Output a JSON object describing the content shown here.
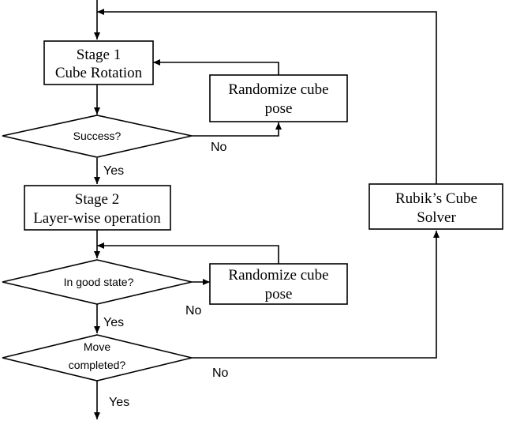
{
  "stage1": {
    "line1": "Stage 1",
    "line2": "Cube Rotation"
  },
  "randomize1": {
    "line1": "Randomize cube",
    "line2": "pose"
  },
  "success": {
    "label": "Success?",
    "no": "No",
    "yes": "Yes"
  },
  "stage2": {
    "line1": "Stage 2",
    "line2": "Layer-wise operation"
  },
  "randomize2": {
    "line1": "Randomize cube",
    "line2": "pose"
  },
  "good_state": {
    "label": "In good state?",
    "no": "No",
    "yes": "Yes"
  },
  "move": {
    "line1": "Move",
    "line2": "completed?",
    "no": "No",
    "yes": "Yes"
  },
  "solver": {
    "line1": "Rubik’s Cube",
    "line2": "Solver"
  }
}
